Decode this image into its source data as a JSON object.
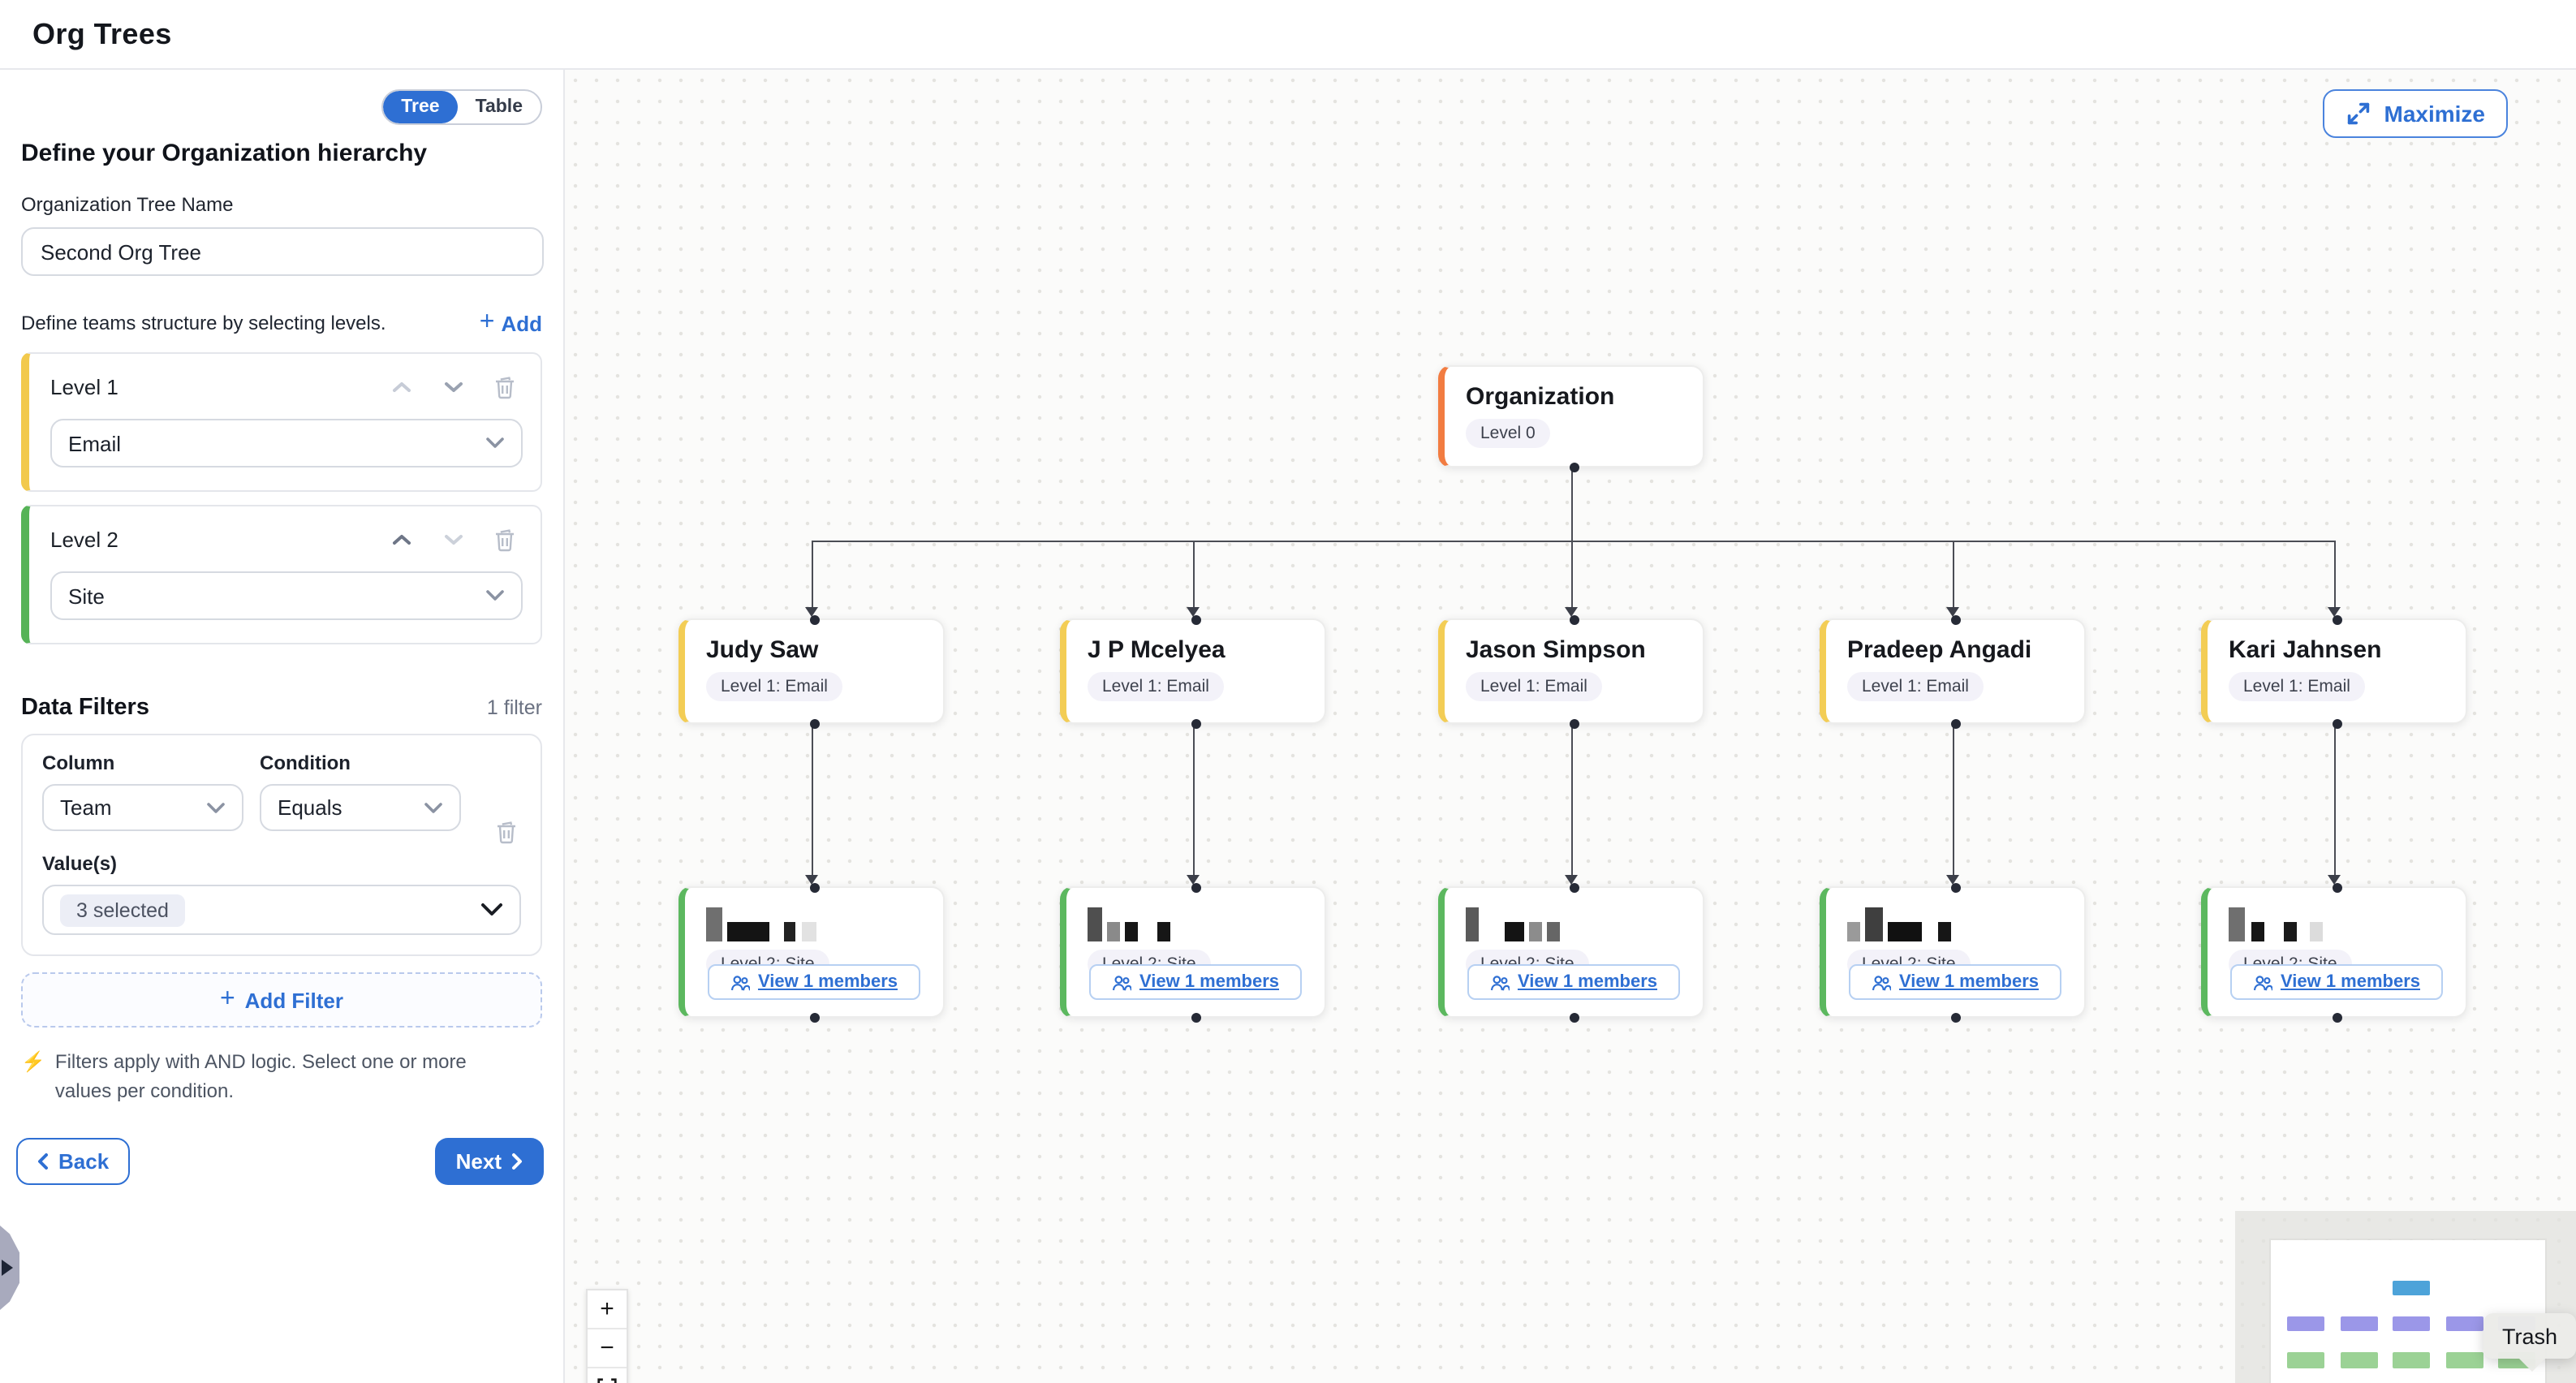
{
  "header": {
    "title": "Org Trees"
  },
  "sidebar": {
    "view_toggle": {
      "tree": "Tree",
      "table": "Table"
    },
    "heading": "Define your Organization hierarchy",
    "tree_name": {
      "label": "Organization Tree Name",
      "value": "Second Org Tree"
    },
    "levels_section": {
      "hint": "Define teams structure by selecting levels.",
      "add_label": "Add"
    },
    "levels": [
      {
        "label": "Level 1",
        "value": "Email",
        "accent": "#f2c94c"
      },
      {
        "label": "Level 2",
        "value": "Site",
        "accent": "#56b357"
      }
    ],
    "filters": {
      "title": "Data Filters",
      "count_label": "1 filter",
      "column_label": "Column",
      "column_value": "Team",
      "condition_label": "Condition",
      "condition_value": "Equals",
      "values_label": "Value(s)",
      "values_value": "3 selected",
      "add_filter_label": "Add Filter",
      "note": "Filters apply with AND logic. Select one or more values per condition."
    },
    "back_label": "Back",
    "next_label": "Next"
  },
  "canvas": {
    "maximize_label": "Maximize",
    "root": {
      "title": "Organization",
      "badge": "Level 0",
      "accent": "#f27c41"
    },
    "level1_badge": "Level 1: Email",
    "level2_badge": "Level 2: Site",
    "members_label": "View 1 members",
    "level1": [
      {
        "name": "Judy Saw"
      },
      {
        "name": "J P Mcelyea"
      },
      {
        "name": "Jason Simpson"
      },
      {
        "name": "Pradeep Angadi"
      },
      {
        "name": "Kari Jahnsen"
      }
    ],
    "level2": [
      {
        "redaction": [
          [
            10,
            21,
            "#6f6f6f",
            0
          ],
          [
            26,
            12,
            "#141414",
            1
          ],
          [
            7,
            12,
            "#222222",
            7
          ],
          [
            9,
            12,
            "#e2e2e2",
            2
          ]
        ]
      },
      {
        "redaction": [
          [
            9,
            21,
            "#4f4f4f",
            0
          ],
          [
            8,
            12,
            "#8a8a8a",
            1
          ],
          [
            8,
            12,
            "#161616",
            1
          ],
          [
            8,
            12,
            "#161616",
            10
          ]
        ]
      },
      {
        "redaction": [
          [
            8,
            21,
            "#5a5a5a",
            0
          ],
          [
            12,
            12,
            "#141414",
            14
          ],
          [
            8,
            12,
            "#8c8c8c",
            1
          ],
          [
            8,
            12,
            "#666666",
            1
          ]
        ]
      },
      {
        "redaction": [
          [
            8,
            12,
            "#9a9a9a",
            0
          ],
          [
            11,
            21,
            "#3f3f3f",
            1
          ],
          [
            21,
            12,
            "#111111",
            1
          ],
          [
            8,
            12,
            "#161616",
            8
          ]
        ]
      },
      {
        "redaction": [
          [
            10,
            21,
            "#6f6f6f",
            0
          ],
          [
            8,
            12,
            "#161616",
            2
          ],
          [
            8,
            12,
            "#1a1a1a",
            10
          ],
          [
            8,
            12,
            "#dcdcdc",
            6
          ]
        ]
      }
    ],
    "zoom_controls": {
      "zoom_in": "+",
      "zoom_out": "−"
    },
    "trash_tooltip": "Trash",
    "minimap_colors": {
      "root": "#4da3d9",
      "level1": "#9b97e8",
      "level2": "#9bd295"
    }
  },
  "colors": {
    "accent_blue": "#2e6fd3",
    "root_orange": "#f27c41",
    "level1_yellow": "#f3cd55",
    "level2_green": "#5cb85f"
  }
}
